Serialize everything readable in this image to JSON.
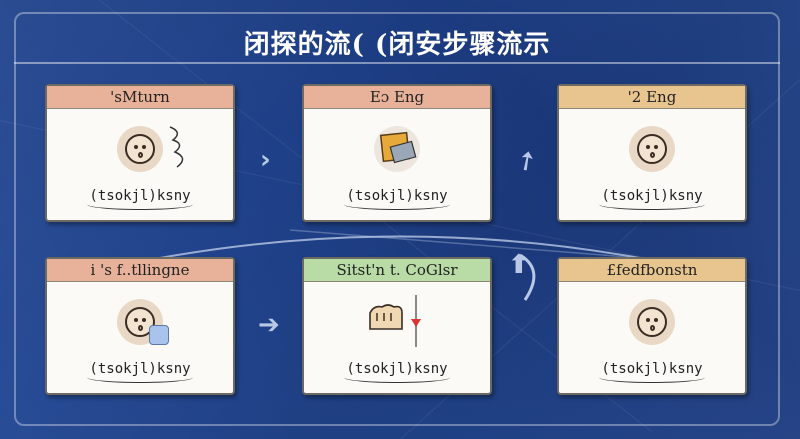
{
  "title": "闭探的流( (闭安步骤流示",
  "colors": {
    "background": "#1f418a",
    "header_salmon": "#e8b19a",
    "header_gold": "#e8c48e",
    "header_green": "#b9dba6",
    "text_white": "#ffffff"
  },
  "cards": [
    {
      "header": "'sMturn",
      "caption": "(tsokjl)ksny",
      "header_color": "#e8b19a",
      "icon": "face-with-swirl-icon"
    },
    {
      "header": "Eɔ Eng",
      "caption": "(tsokjl)ksny",
      "header_color": "#e8b19a",
      "icon": "folder-card-icon"
    },
    {
      "header": "'2 Eng",
      "caption": "(tsokjl)ksny",
      "header_color": "#e8c48e",
      "icon": "face-icon"
    },
    {
      "header": "i 's f..tllingne",
      "caption": "(tsokjl)ksny",
      "header_color": "#e8b19a",
      "icon": "face-with-badge-icon"
    },
    {
      "header": "Sitst'n t. CoGlsr",
      "caption": "(tsokjl)ksny",
      "header_color": "#b9dba6",
      "icon": "gauge-icon"
    },
    {
      "header": "£fedfbonstn",
      "caption": "(tsokjl)ksny",
      "header_color": "#e8c48e",
      "icon": "face-icon"
    }
  ]
}
